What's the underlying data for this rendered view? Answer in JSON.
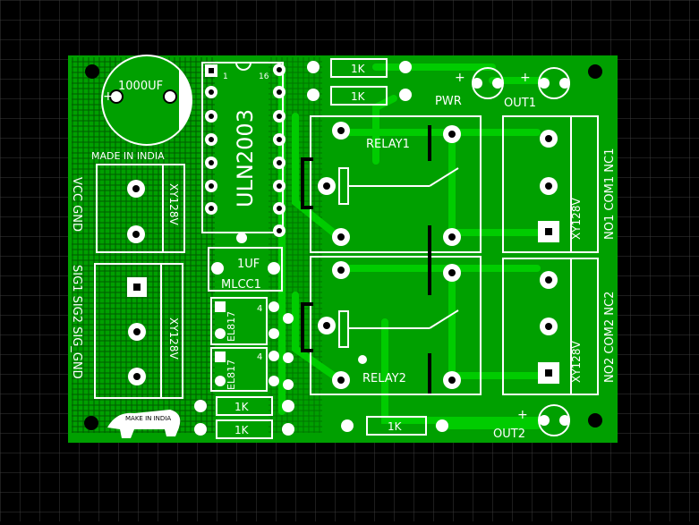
{
  "board": {
    "capacitor_label": "1000UF",
    "capacitor_polarity": "+",
    "made_in_india_text": "MADE IN INDIA",
    "logo_text": "MAKE IN INDIA",
    "ic_label": "ULN2003",
    "ic_pin1": "1",
    "ic_pin16": "16",
    "terminal_left_top_text": "XY128V",
    "terminal_left_bottom_text": "XY128V",
    "vcc_gnd_label": "VCC GND",
    "sig_label": "SIG1 SIG2 SIG_GND",
    "resistor_labels": [
      "1K",
      "1K",
      "1K",
      "1K",
      "1K"
    ],
    "pwr_label": "PWR",
    "out1_label": "OUT1",
    "out2_label": "OUT2",
    "relay1_label": "RELAY1",
    "relay2_label": "RELAY2",
    "mlcc_value": "1UF",
    "mlcc_label": "MLCC1",
    "opto_label": "EL817",
    "opto_pin": "4",
    "terminal_right_top_text": "XY128V",
    "terminal_right_bottom_text": "XY128V",
    "relay1_pins": "NO1 COM1 NC1",
    "relay2_pins": "NO2 COM2 NC2",
    "led_plus": "+"
  },
  "colors": {
    "background": "#000000",
    "grid": "#3a3a3a",
    "copper": "#00a000",
    "trace": "#00cc00",
    "silkscreen": "#ffffff",
    "hatch": "#006400"
  }
}
